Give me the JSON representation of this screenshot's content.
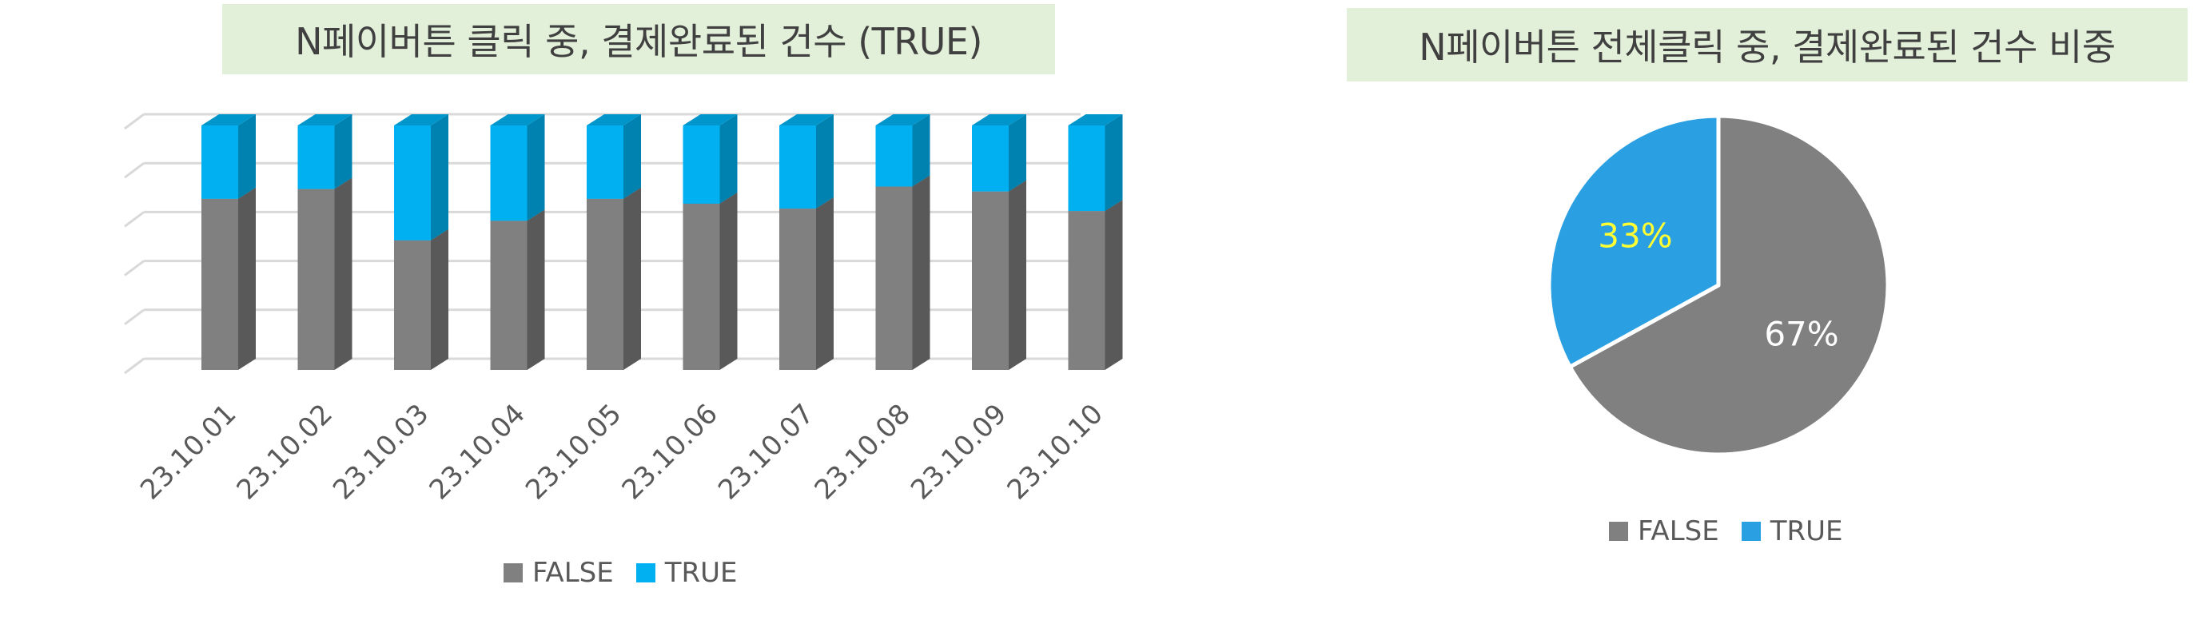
{
  "colors": {
    "false_front": "#808080",
    "false_side": "#595959",
    "false_top": "#6e6e6e",
    "true_front": "#00b0f0",
    "true_side": "#0082b0",
    "true_top": "#0096cc",
    "pie_false": "#808080",
    "pie_true": "#2aa0e3",
    "grid": "#d9d9d9",
    "title_bg": "#e2efd9",
    "label_33": "#ffff33",
    "label_67": "#ffffff"
  },
  "chart_data": [
    {
      "type": "bar",
      "stacked": true,
      "percent_stacked": true,
      "three_d": true,
      "title": "N페이버튼 클릭 중, 결제완료된 건수 (TRUE)",
      "xlabel": "",
      "ylabel": "",
      "ylim": [
        0,
        100
      ],
      "grid": true,
      "y_tick_labels_visible": false,
      "legend_position": "bottom",
      "categories": [
        "23.10.01",
        "23.10.02",
        "23.10.03",
        "23.10.04",
        "23.10.05",
        "23.10.06",
        "23.10.07",
        "23.10.08",
        "23.10.09",
        "23.10.10"
      ],
      "series": [
        {
          "name": "FALSE",
          "values": [
            70,
            74,
            53,
            61,
            70,
            68,
            66,
            75,
            73,
            65
          ]
        },
        {
          "name": "TRUE",
          "values": [
            30,
            26,
            47,
            39,
            30,
            32,
            34,
            25,
            27,
            35
          ]
        }
      ]
    },
    {
      "type": "pie",
      "title": "N페이버튼 전체클릭 중, 결제완료된 건수 비중",
      "legend_position": "bottom",
      "categories": [
        "FALSE",
        "TRUE"
      ],
      "values": [
        67,
        33
      ],
      "data_labels": [
        "67%",
        "33%"
      ]
    }
  ]
}
